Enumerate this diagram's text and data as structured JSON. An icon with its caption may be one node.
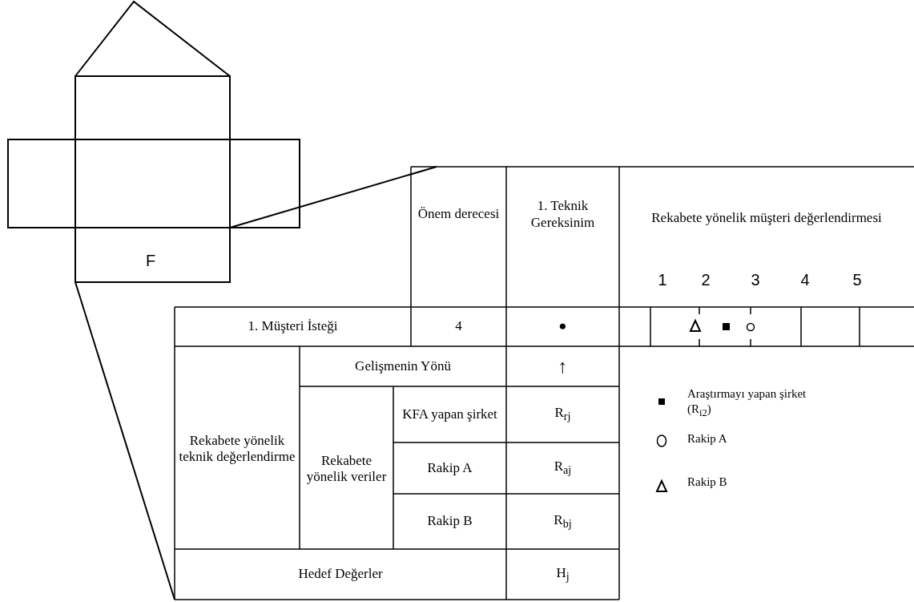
{
  "diagram": {
    "labels": [
      "F",
      "Önem derecesi",
      "1. Teknik Gereksinim",
      "Rekabete yönelik müşteri değerlendirmesi",
      "1",
      "2",
      "3",
      "4",
      "5",
      "1. Müşteri İsteği",
      "4",
      "●",
      "Gelişmenin Yönü",
      "↑",
      "Rekabete yönelik teknik değerlendirme",
      "Rekabete yönelik veriler",
      "KFA yapan şirket",
      "R$_{rj}$",
      "Rakip A",
      "R$_{aj}$",
      "Rakip B",
      "R$_{bj}$",
      "Hedef Değerler",
      "H$_{j}$"
    ],
    "legend": [
      {
        "text": "Araştırmayı yapan şirket (R$_{i2}$)"
      },
      {
        "text": "Rakip A"
      },
      {
        "text": "Rakip B"
      }
    ]
  }
}
